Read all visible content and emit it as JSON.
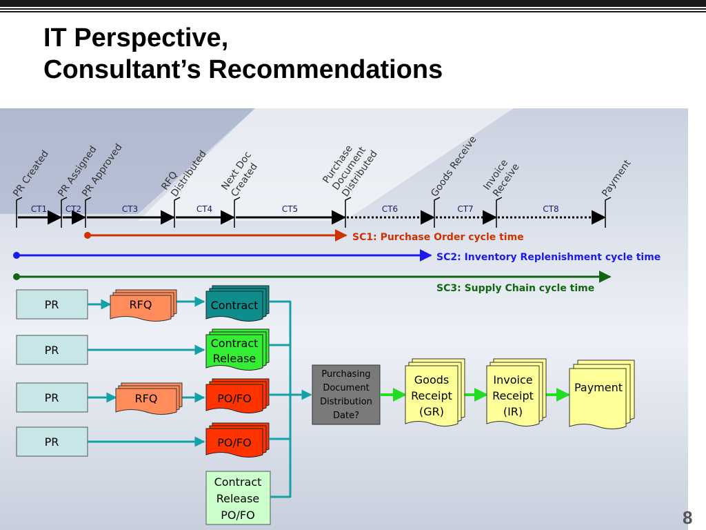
{
  "title": {
    "line1": "IT Perspective,",
    "line2": "Consultant’s Recommendations"
  },
  "page_number": "8",
  "milestones": [
    {
      "lines": [
        "PR Created"
      ]
    },
    {
      "lines": [
        "PR Assigned"
      ]
    },
    {
      "lines": [
        "PR Approved"
      ]
    },
    {
      "lines": [
        "RFQ",
        "Distributed"
      ]
    },
    {
      "lines": [
        "Next Doc",
        "Created"
      ]
    },
    {
      "lines": [
        "Purchase",
        "Document",
        "Distributed"
      ]
    },
    {
      "lines": [
        "Goods Receive"
      ]
    },
    {
      "lines": [
        "Invoice",
        "Receive"
      ]
    },
    {
      "lines": [
        "Payment"
      ]
    }
  ],
  "cycle_segments": [
    "CT1",
    "CT2",
    "CT3",
    "CT4",
    "CT5",
    "CT6",
    "CT7",
    "CT8"
  ],
  "supply_lines": [
    {
      "label": "SC1: Purchase Order cycle time",
      "color": "#cc3300"
    },
    {
      "label": "SC2: Inventory Replenishment cycle time",
      "color": "#1a1aee"
    },
    {
      "label": "SC3: Supply Chain cycle time",
      "color": "#116611"
    }
  ],
  "flow": {
    "pr_label": "PR",
    "rfq_label": "RFQ",
    "contract_label": "Contract",
    "contract_release_lines": [
      "Contract",
      "Release"
    ],
    "po_fo_label": "PO/FO",
    "contract_release_po_lines": [
      "Contract",
      "Release",
      "PO/FO"
    ],
    "distribution_lines": [
      "Purchasing",
      "Document",
      "Distribution",
      "Date?"
    ],
    "goods_receipt_lines": [
      "Goods",
      "Receipt",
      "(GR)"
    ],
    "invoice_receipt_lines": [
      "Invoice",
      "Receipt",
      "(IR)"
    ],
    "payment_label": "Payment"
  },
  "colors": {
    "pr_fill": "#c8e6e8",
    "rfq_fill": "#ff8c5a",
    "contract_fill": "#0f8c8c",
    "contract_release_fill": "#33ee33",
    "po_fo_fill": "#ff3300",
    "contract_release_po_fill": "#ccffcc",
    "distribution_fill": "#7a7a7a",
    "doc_fill": "#ffff99",
    "connector": "#15a0a8",
    "green_arrow": "#22dd22"
  }
}
